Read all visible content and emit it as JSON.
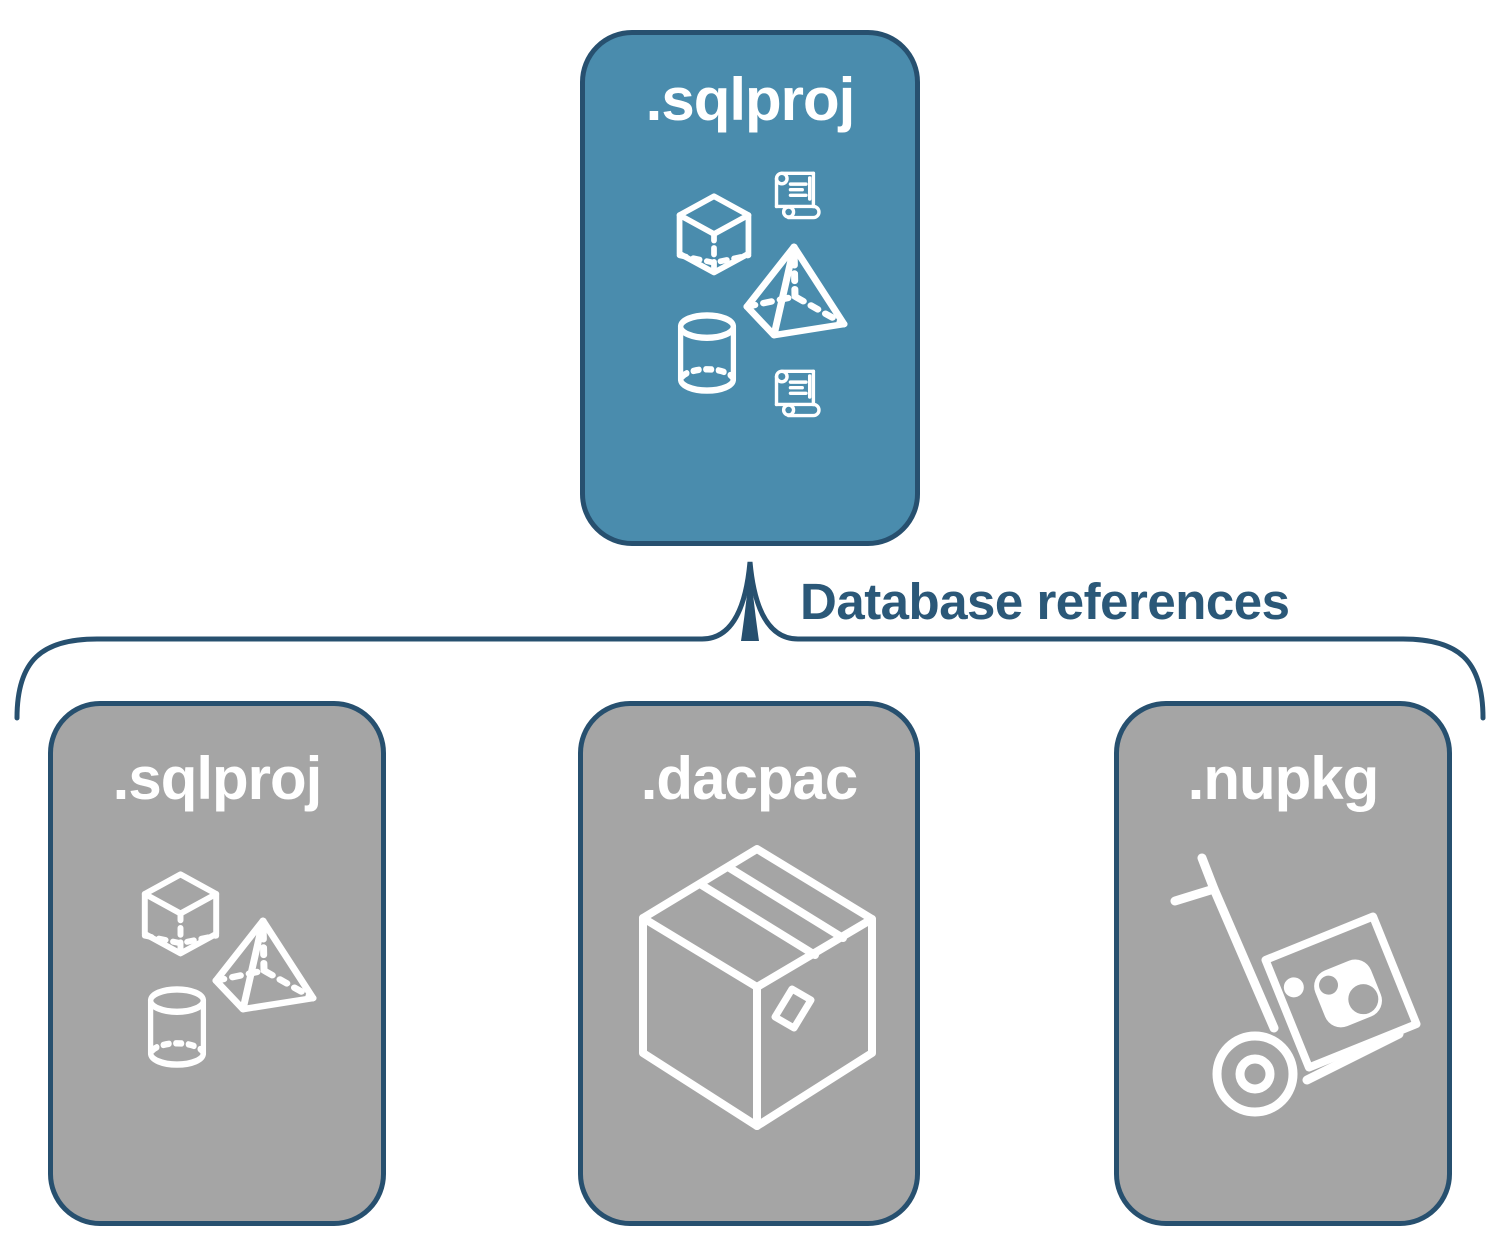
{
  "diagram": {
    "root": {
      "label": ".sqlproj",
      "icons": [
        "scroll-icon",
        "cube-icon",
        "pyramid-icon",
        "cylinder-icon",
        "scroll-icon"
      ]
    },
    "connector_label": "Database references",
    "children": [
      {
        "label": ".sqlproj",
        "icons": [
          "cube-icon",
          "pyramid-icon",
          "cylinder-icon"
        ]
      },
      {
        "label": ".dacpac",
        "icons": [
          "package-box-icon"
        ]
      },
      {
        "label": ".nupkg",
        "icons": [
          "hand-truck-package-icon"
        ]
      }
    ],
    "colors": {
      "root_fill": "#4A8CAD",
      "child_fill": "#A5A5A5",
      "border": "#27506F",
      "label_text": "#2B5878",
      "icon_color": "#FFFFFF"
    }
  }
}
